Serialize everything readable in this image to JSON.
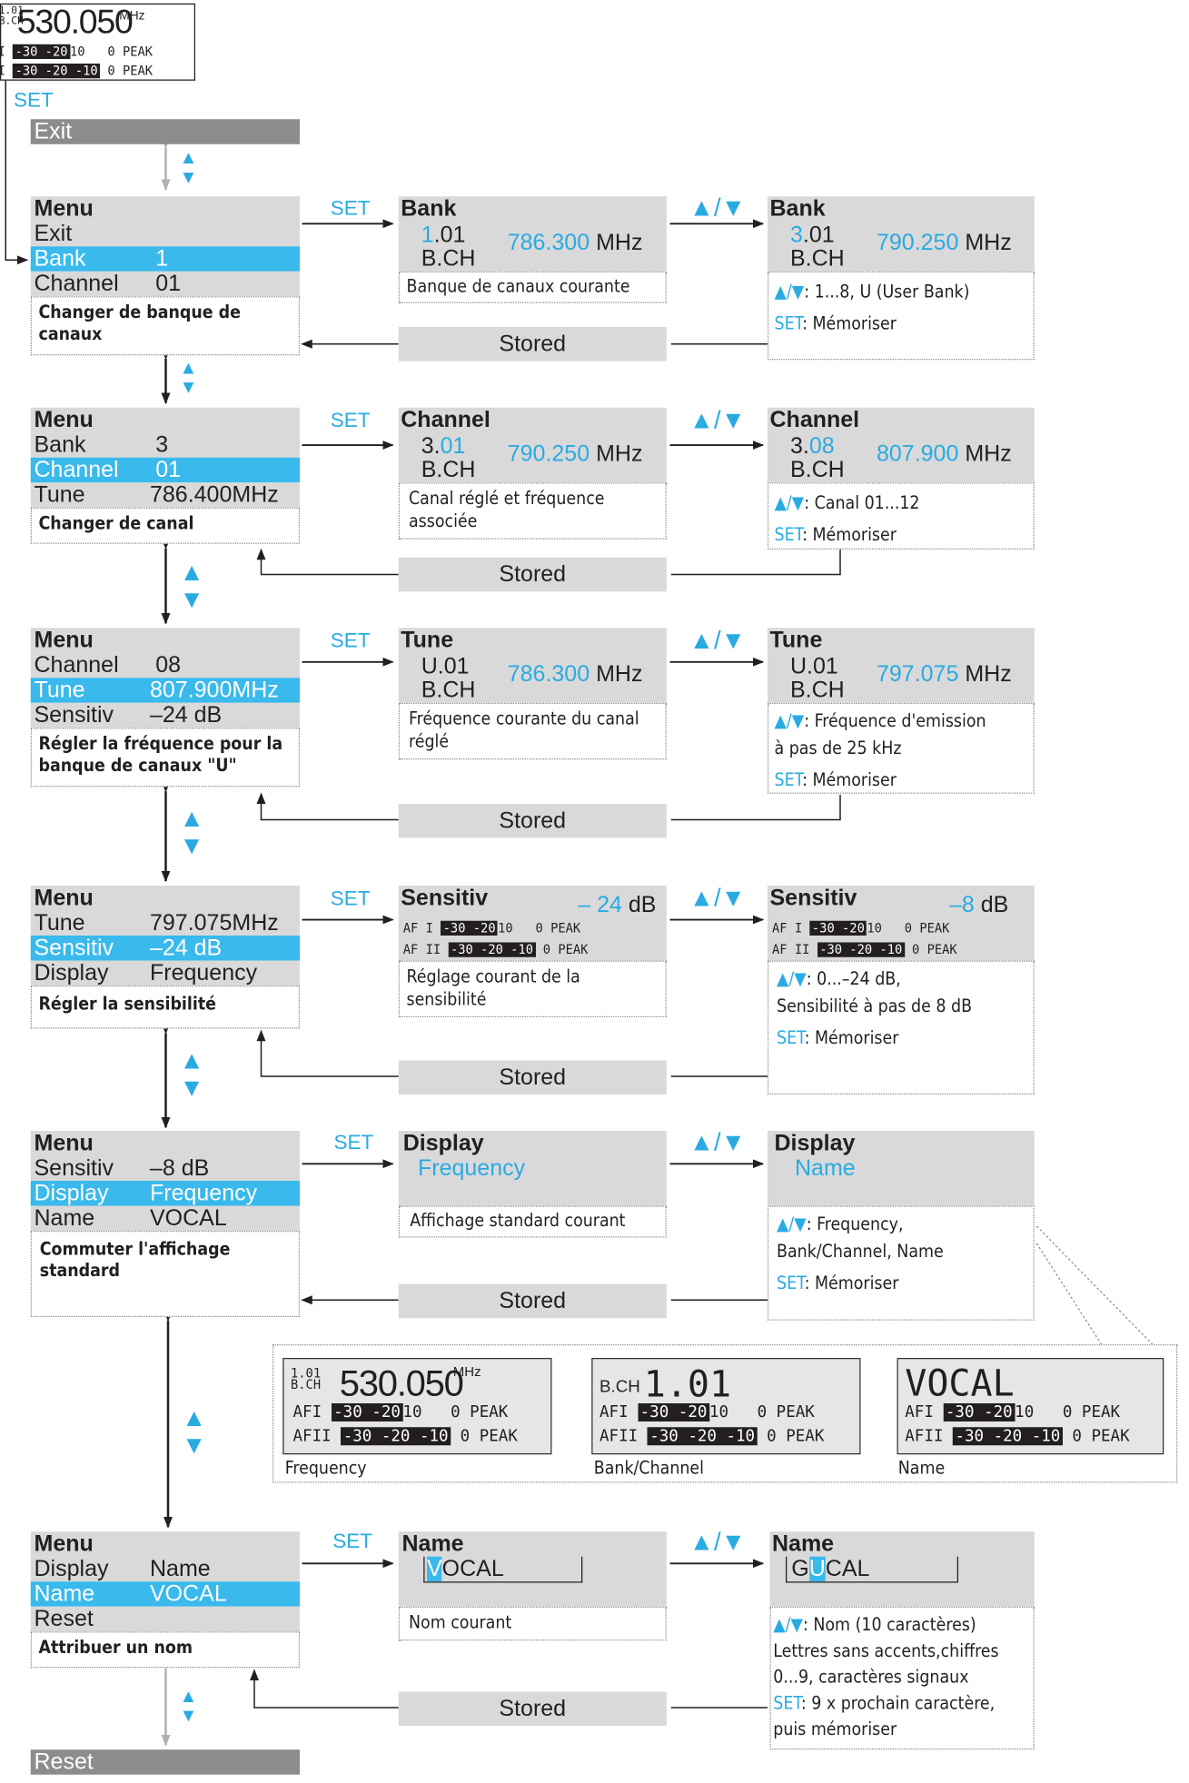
{
  "top_display": {
    "bch": "1.01 B.CH",
    "freq": "530.050",
    "unit": "MHz",
    "af1": "I",
    "af2": "I",
    "scale1": "-30 -20",
    "scale1_end": "10",
    "scale2": "-30 -20 -10",
    "peak": "0 PEAK"
  },
  "labels": {
    "set": "SET",
    "exit": "Exit",
    "stored": "Stored",
    "reset": "Reset",
    "menu": "Menu",
    "updown": "▲/▼"
  },
  "rows": {
    "bank": {
      "menu": [
        "Exit",
        "Bank",
        "Channel"
      ],
      "menu_values": [
        "",
        "1",
        "01"
      ],
      "menu_desc": "Changer de banque de canaux",
      "current": {
        "title": "Bank",
        "ch_a": "1",
        "ch_b": ".01",
        "bch": "B.CH",
        "freq": "786.300",
        "unit": "MHz",
        "desc": "Banque de canaux courante"
      },
      "next": {
        "title": "Bank",
        "ch_a": "3",
        "ch_b": ".01",
        "bch": "B.CH",
        "freq": "790.250",
        "unit": "MHz",
        "desc1": ": 1...8, U (User Bank)",
        "set": ": Mémoriser"
      }
    },
    "channel": {
      "menu": [
        "Bank",
        "Channel",
        "Tune"
      ],
      "menu_values": [
        "3",
        "01",
        "786.400MHz"
      ],
      "menu_desc": "Changer de canal",
      "current": {
        "title": "Channel",
        "ch_a": "3.",
        "ch_b": "01",
        "bch": "B.CH",
        "freq": "790.250",
        "unit": "MHz",
        "desc": "Canal réglé et fréquence associée"
      },
      "next": {
        "title": "Channel",
        "ch_a": "3.",
        "ch_b": "08",
        "bch": "B.CH",
        "freq": "807.900",
        "unit": "MHz",
        "desc1": ": Canal  01...12",
        "set": ": Mémoriser"
      }
    },
    "tune": {
      "menu": [
        "Channel",
        "Tune",
        "Sensitiv"
      ],
      "menu_values": [
        "08",
        "807.900MHz",
        "–24 dB"
      ],
      "menu_desc": "Régler la fréquence pour la banque de canaux \"U\"",
      "current": {
        "title": "Tune",
        "ch_a": "U.01",
        "bch": "B.CH",
        "freq": "786.300",
        "unit": "MHz",
        "desc": "Fréquence courante du canal réglé"
      },
      "next": {
        "title": "Tune",
        "ch_a": "U.01",
        "bch": "B.CH",
        "freq": "797.075",
        "unit": "MHz",
        "desc1": ": Fréquence d'emission",
        "desc2": "à pas de 25 kHz",
        "set": ":  Mémoriser"
      }
    },
    "sensitiv": {
      "menu": [
        "Tune",
        "Sensitiv",
        "Display"
      ],
      "menu_values": [
        "797.075MHz",
        "–24 dB",
        "Frequency"
      ],
      "menu_desc": "Régler la sensibilité",
      "current": {
        "title": "Sensitiv",
        "val": "– 24",
        "unit": "dB",
        "desc": "Réglage courant de la sensibilité"
      },
      "next": {
        "title": "Sensitiv",
        "val": "–8",
        "unit": "dB",
        "desc1": ": 0...–24 dB,",
        "desc2": "Sensibilité à pas de 8 dB",
        "set": ": Mémoriser"
      },
      "af1": "AF I",
      "af2": "AF II"
    },
    "display": {
      "menu": [
        "Sensitiv",
        "Display",
        "Name"
      ],
      "menu_values": [
        "–8 dB",
        "Frequency",
        "VOCAL"
      ],
      "menu_desc": "Commuter l'affichage standard",
      "current": {
        "title": "Display",
        "value": "Frequency",
        "desc": "Affichage standard courant"
      },
      "next": {
        "title": "Display",
        "value": "Name",
        "desc1": ": Frequency,",
        "desc2": "Bank/Channel, Name",
        "set": ": Mémoriser"
      }
    },
    "name": {
      "menu": [
        "Display",
        "Name",
        "Reset"
      ],
      "menu_values": [
        "Name",
        "VOCAL",
        ""
      ],
      "menu_desc": "Attribuer un nom",
      "current": {
        "title": "Name",
        "cursor": "V",
        "rest": "OCAL",
        "desc": "Nom courant"
      },
      "next": {
        "title": "Name",
        "pre": "G",
        "cursor": "U",
        "rest": "CAL",
        "desc1": ": Nom (10 caractères)",
        "desc2": "Lettres sans accents,chiffres",
        "desc3": "0...9, caractères signaux",
        "set": ": 9 x prochain caractère,",
        "set2": "puis mémoriser"
      }
    }
  },
  "display_options": [
    {
      "caption": "Frequency",
      "bch": "1.01 B.CH",
      "main": "530.050",
      "unit": "MHz"
    },
    {
      "caption": "Bank/Channel",
      "bch": "B.CH",
      "main": "1.01",
      "unit": ""
    },
    {
      "caption": "Name",
      "bch": "",
      "main": "VOCAL",
      "unit": ""
    }
  ],
  "colors": {
    "accent": "#29abe2",
    "highlight": "#39b9ec",
    "panel": "#d9d9d9",
    "dark": "#8c8c8c"
  }
}
